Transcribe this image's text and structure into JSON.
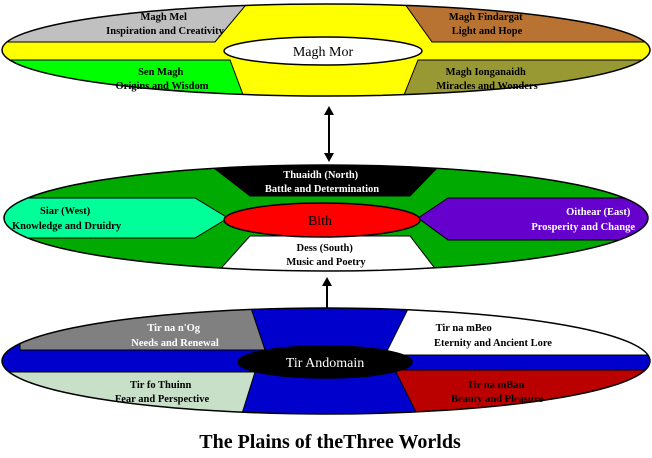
{
  "title": "The Plains of theThree Worlds",
  "colors": {
    "outline": "#000000",
    "upper_base": "#ffff00",
    "middle_base": "#00aa00",
    "lower_base": "#0000cc",
    "white": "#ffffff",
    "red": "#ff0000",
    "black": "#000000"
  },
  "upper": {
    "center": "Magh Mor",
    "top_left": {
      "line1": "Magh Mel",
      "line2": "Inspiration and Creativity",
      "color": "#c0c0c0"
    },
    "top_right": {
      "line1": "Magh Findargat",
      "line2": "Light and Hope",
      "color": "#b87333"
    },
    "bottom_left": {
      "line1": "Sen Magh",
      "line2": "Origins and Wisdom",
      "color": "#00ff00"
    },
    "bottom_right": {
      "line1": "Magh Ionganaidh",
      "line2": "Miracles and Wonders",
      "color": "#999933"
    }
  },
  "middle": {
    "center": "Bith",
    "north": {
      "line1": "Thuaidh (North)",
      "line2": "Battle and Determination",
      "color": "#000000"
    },
    "west": {
      "line1": "Siar (West)",
      "line2": "Knowledge and Druidry",
      "color": "#00ff99"
    },
    "east": {
      "line1": "Oithear (East)",
      "line2": "Prosperity and Change",
      "color": "#6600cc"
    },
    "south": {
      "line1": "Dess (South)",
      "line2": "Music and Poetry",
      "color": "#ffffff"
    }
  },
  "lower": {
    "center": "Tir Andomain",
    "top_left": {
      "line1": "Tir na n'Og",
      "line2": "Needs and Renewal",
      "color": "#808080"
    },
    "top_right": {
      "line1": "Tir na mBeo",
      "line2": "Eternity and Ancient Lore",
      "color": "#ffffff"
    },
    "bottom_left": {
      "line1": "Tir fo Thuinn",
      "line2": "Fear and Perspective",
      "color": "#c8e0c8"
    },
    "bottom_right": {
      "line1": "Tir na mBan",
      "line2": "Beauty and Pleasure",
      "color": "#bb0000"
    }
  }
}
